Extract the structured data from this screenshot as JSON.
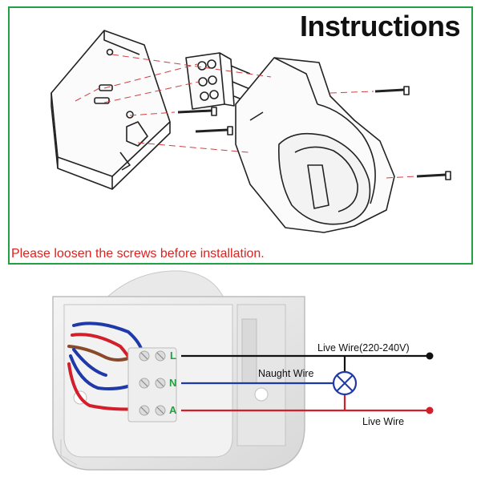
{
  "top_panel": {
    "title": "Instructions",
    "note": "Please loosen the screws before installation."
  },
  "wiring": {
    "terminals": [
      "L",
      "N",
      "A"
    ],
    "labels": {
      "live_wire_supply": "Live Wire(220-240V)",
      "neutral": "Naught Wire",
      "live_out": "Live Wire"
    }
  },
  "colors": {
    "border": "#22a042",
    "note": "#e0201c",
    "terminal_label": "#22a042",
    "live": "#d21f2b",
    "neutral": "#1f3aa8",
    "supply": "#111111"
  }
}
